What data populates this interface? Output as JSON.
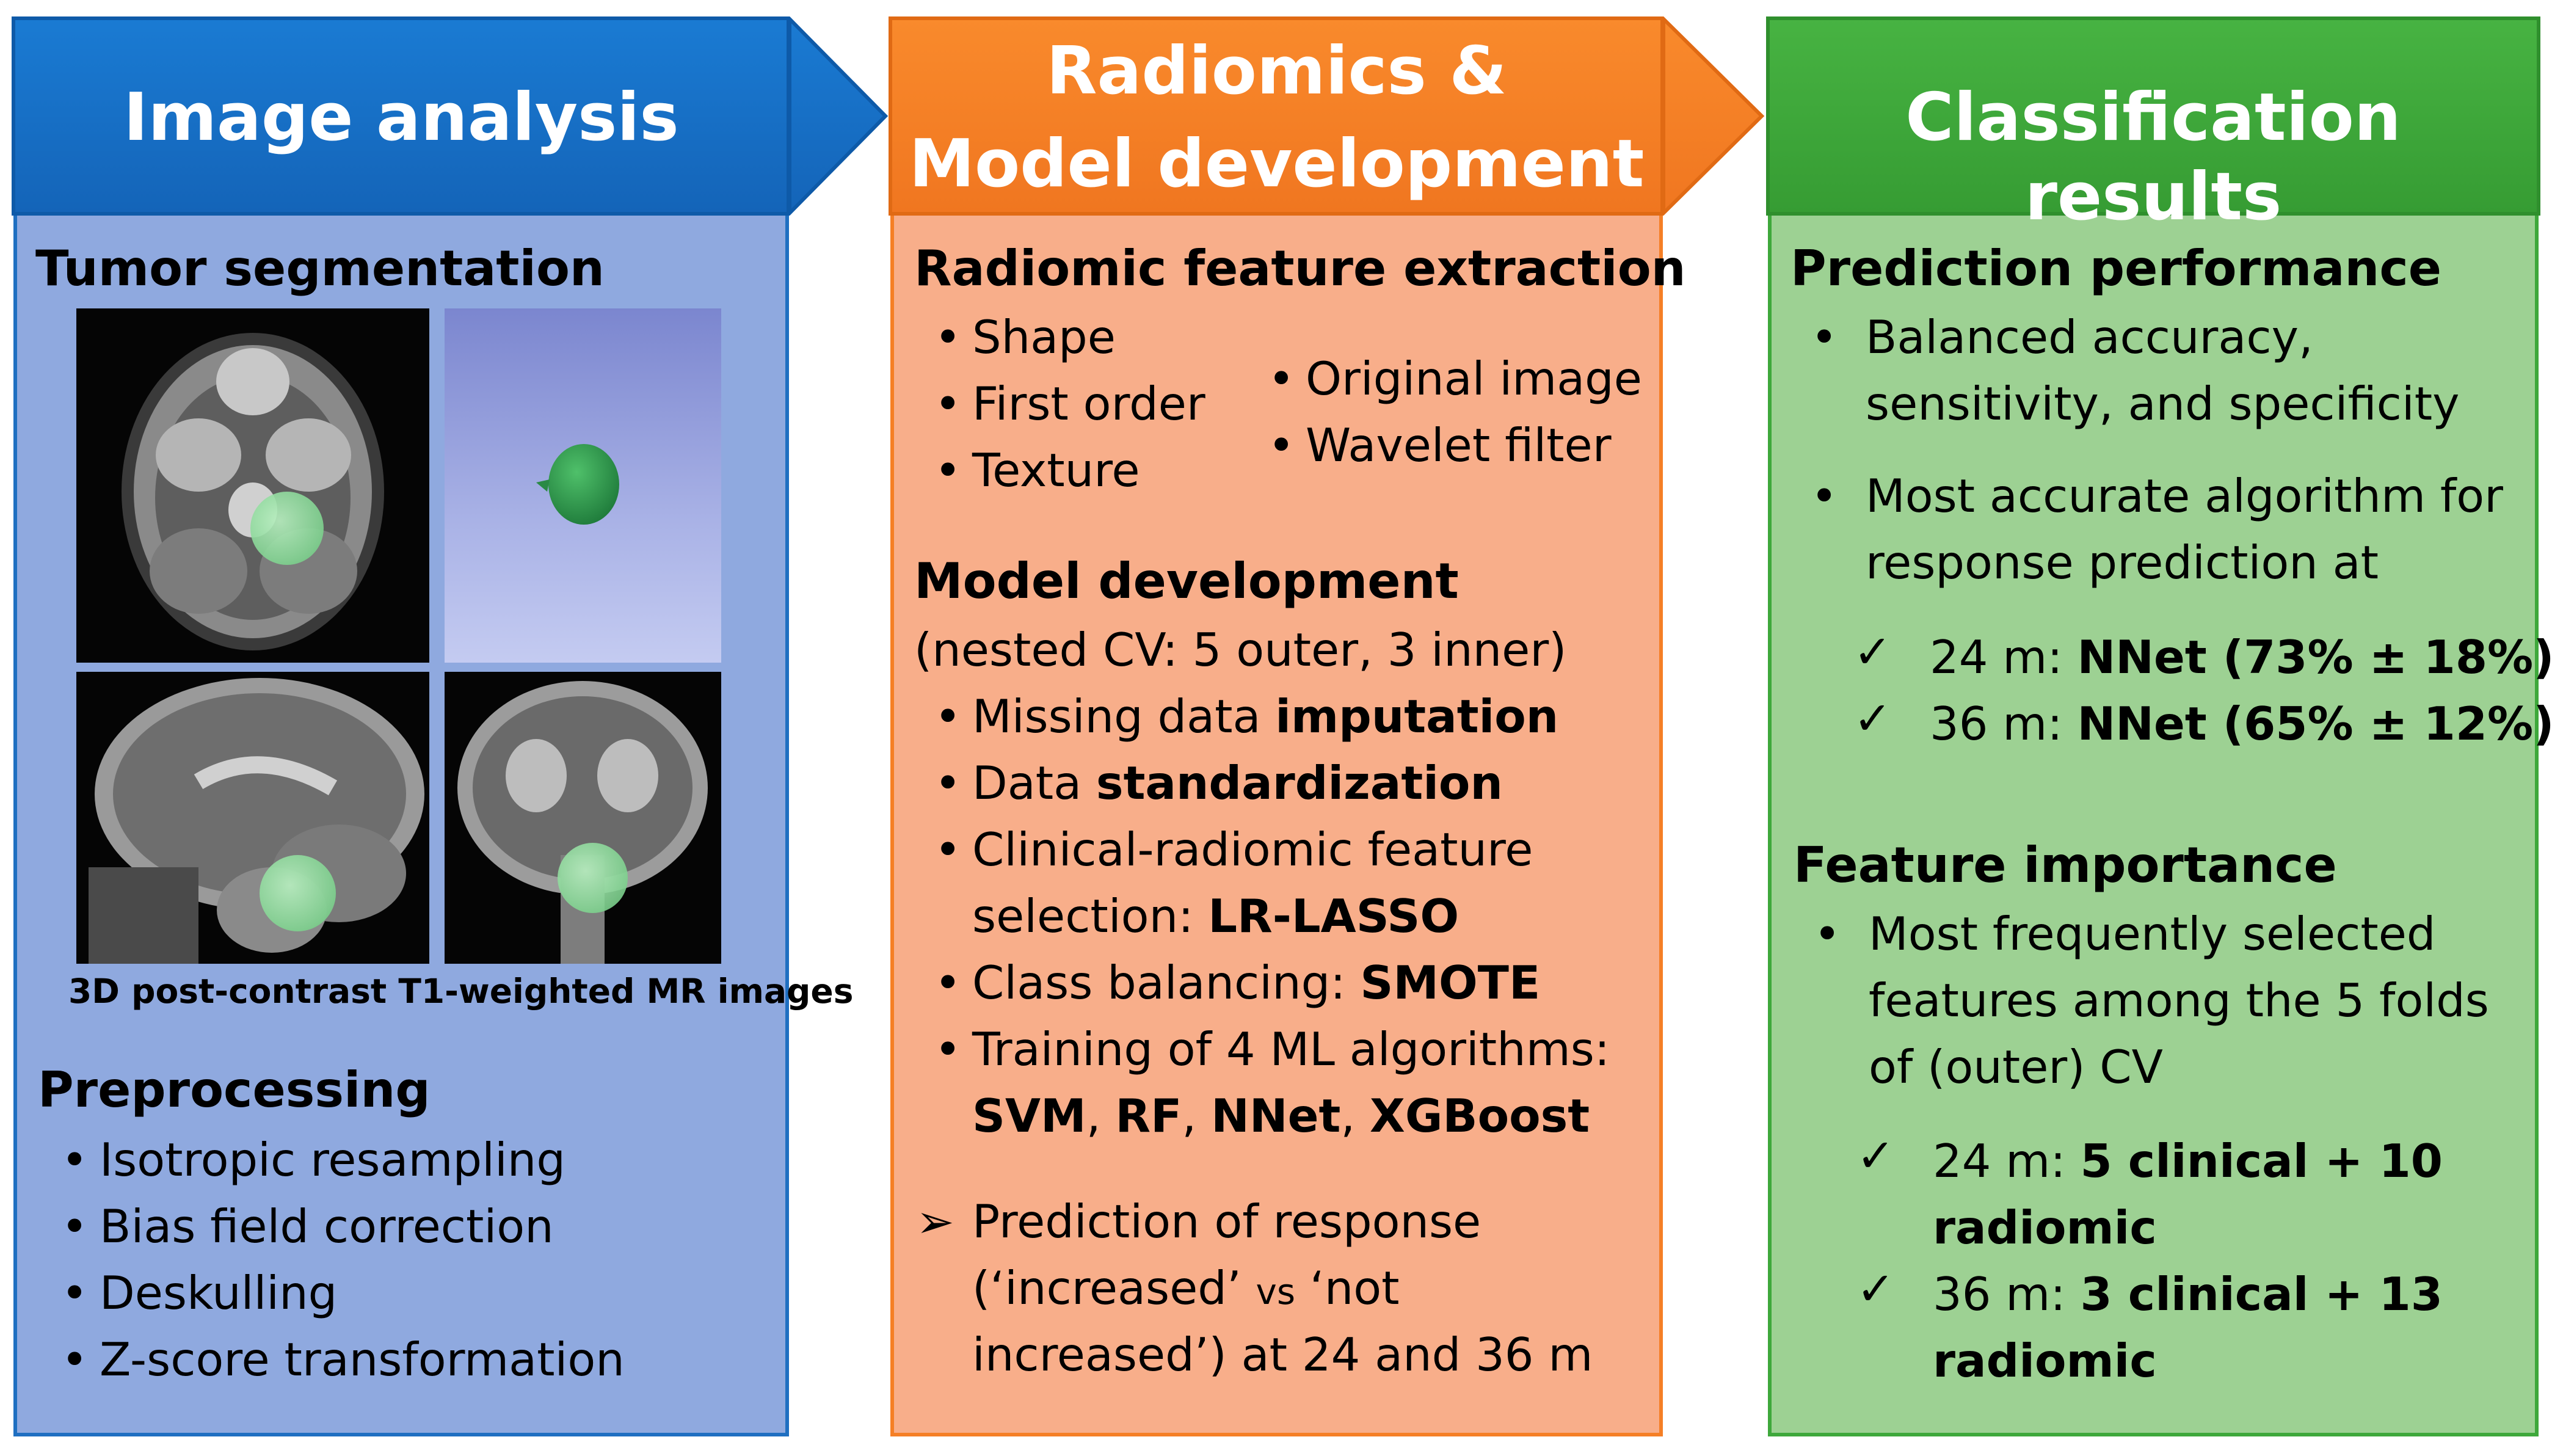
{
  "colors": {
    "blue_header": "#1673c8",
    "blue_body": "#8fa9df",
    "orange_header": "#f57f26",
    "orange_body": "#f8ae8a",
    "green_header": "#3ea83b",
    "green_body": "#9dd193"
  },
  "panel1": {
    "title": "Image analysis",
    "segmentation_title": "Tumor segmentation",
    "images_caption": "3D post-contrast T1-weighted MR images",
    "preprocessing_title": "Preprocessing",
    "preprocessing_items": [
      "Isotropic resampling",
      "Bias field correction",
      "Deskulling",
      "Z-score transformation"
    ]
  },
  "panel2": {
    "title_line1": "Radiomics &",
    "title_line2": "Model development",
    "extraction_title": "Radiomic feature extraction",
    "feature_classes": [
      "Shape",
      "First order",
      "Texture"
    ],
    "image_types": [
      "Original image",
      "Wavelet filter"
    ],
    "model_title": "Model development",
    "cv_note": "(nested CV: 5 outer, 3 inner)",
    "steps": {
      "s1_text": "Missing data ",
      "s1_bold": "imputation",
      "s2_text": "Data ",
      "s2_bold": "standardization",
      "s3_line1": "Clinical-radiomic feature",
      "s3_text": "selection: ",
      "s3_bold": "LR-LASSO",
      "s4_text": "Class balancing: ",
      "s4_bold": "SMOTE",
      "s5_line1": "Training of 4 ML algorithms:",
      "algo1": "SVM",
      "algo2": "RF",
      "algo3": "NNet",
      "algo4": "XGBoost",
      "sep": ", "
    },
    "prediction": {
      "line1": "Prediction of response",
      "line2a": "(‘increased’ ",
      "line2b": "vs",
      "line2c": " ‘not",
      "line3": "increased’) at 24 and 36 m"
    }
  },
  "panel3": {
    "title": "Classification results",
    "performance_title": "Prediction performance",
    "perf_bullet1_line1": "Balanced accuracy,",
    "perf_bullet1_line2": "sensitivity, and specificity",
    "perf_bullet2_line1": "Most accurate algorithm for",
    "perf_bullet2_line2": "response prediction at",
    "perf_check1_text": "24 m: ",
    "perf_check1_bold": "NNet (73% ± 18%)",
    "perf_check2_text": "36 m: ",
    "perf_check2_bold": "NNet (65% ± 12%)",
    "importance_title": "Feature importance",
    "imp_line1": "Most frequently selected",
    "imp_line2": "features among the 5 folds",
    "imp_line3": "of (outer) CV",
    "imp_check1_text": "24 m: ",
    "imp_check1_bold1": "5 clinical + 10",
    "imp_check1_bold2": "radiomic",
    "imp_check2_text": "36 m: ",
    "imp_check2_bold1": "3 clinical + 13",
    "imp_check2_bold2": "radiomic"
  },
  "symbols": {
    "bullet": "•",
    "check": "✓",
    "arrow": "➢"
  }
}
